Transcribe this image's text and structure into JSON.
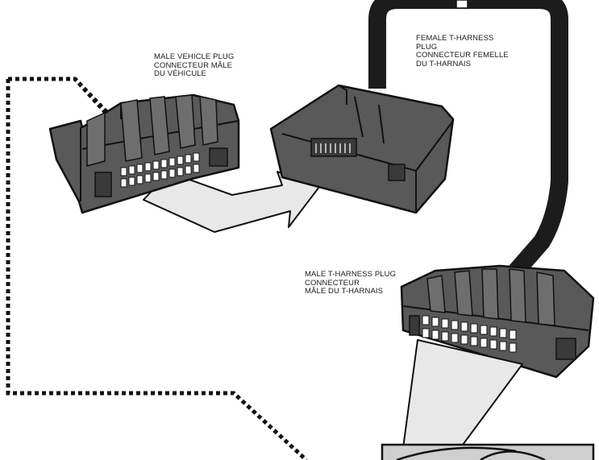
{
  "labels": {
    "male_vehicle_plug": {
      "line1": "MALE VEHICLE PLUG",
      "line2": "CONNECTEUR MÂLE",
      "line3": "DU VÉHICULE"
    },
    "female_t_harness_plug": {
      "line1": "FEMALE T-HARNESS",
      "line2": "PLUG",
      "line3": "CONNECTEUR FEMELLE",
      "line4": "DU T-HARNAIS"
    },
    "male_t_harness_plug": {
      "line1": "MALE T-HARNESS PLUG",
      "line2": "CONNECTEUR",
      "line3": "MÂLE DU T-HARNAIS"
    }
  },
  "colors": {
    "connector_body": "#595959",
    "connector_dark": "#3a3a3a",
    "connector_light": "#7a7a7a",
    "outline": "#111111",
    "cable": "#1c1c1c",
    "arrow_fill": "#e8e8e8",
    "dotted_path": "#111111"
  }
}
